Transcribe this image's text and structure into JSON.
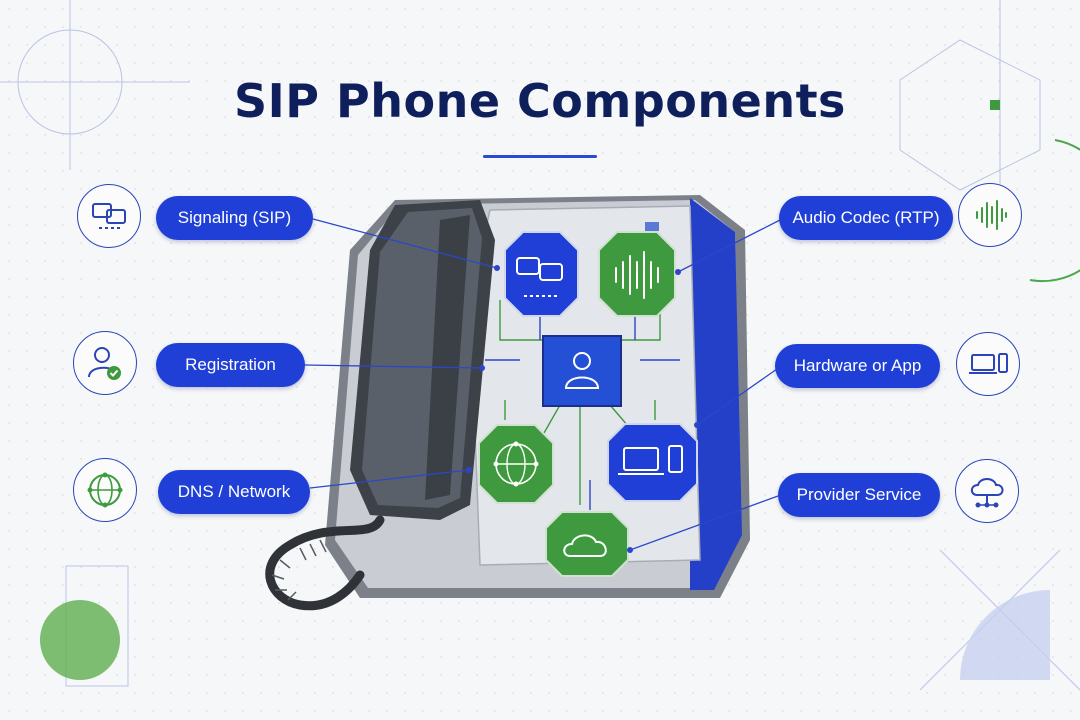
{
  "title": "SIP Phone Components",
  "components": {
    "signaling": {
      "label": "Signaling (SIP)",
      "icon": "chat-bubbles-icon"
    },
    "registration": {
      "label": "Registration",
      "icon": "user-check-icon"
    },
    "dns_network": {
      "label": "DNS / Network",
      "icon": "globe-network-icon"
    },
    "audio_codec": {
      "label": "Audio Codec (RTP)",
      "icon": "sound-wave-icon"
    },
    "hardware_app": {
      "label": "Hardware or App",
      "icon": "laptop-phone-icon"
    },
    "provider_service": {
      "label": "Provider Service",
      "icon": "cloud-network-icon"
    }
  },
  "colors": {
    "blue": "#1f3fd6",
    "green": "#3f9a3f",
    "navy": "#0f1f5c",
    "phone_body": "#c9cdd3",
    "handset": "#4b5058"
  }
}
